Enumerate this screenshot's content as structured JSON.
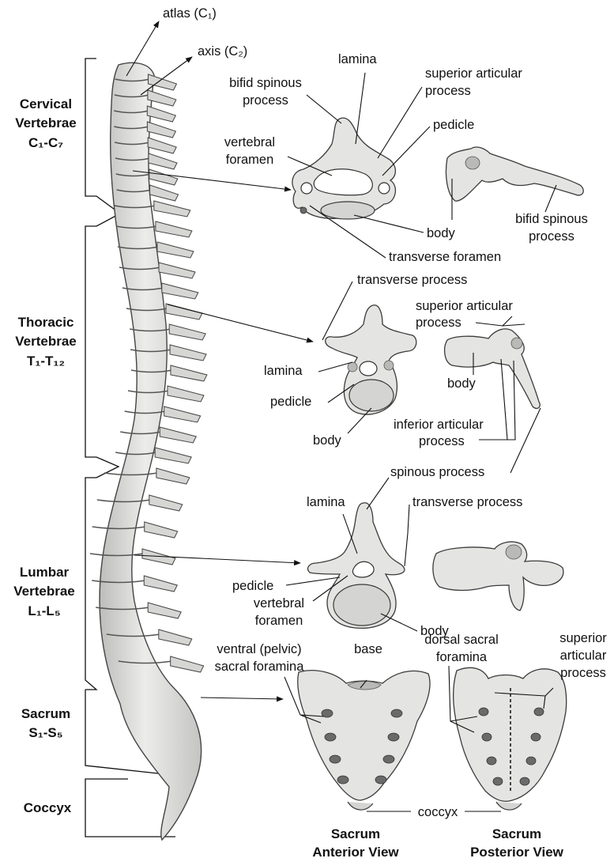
{
  "regions": {
    "cervical": {
      "line1": "Cervical",
      "line2": "Vertebrae",
      "line3": "C₁-C₇"
    },
    "thoracic": {
      "line1": "Thoracic",
      "line2": "Vertebrae",
      "line3": "T₁-T₁₂"
    },
    "lumbar": {
      "line1": "Lumbar",
      "line2": "Vertebrae",
      "line3": "L₁-L₅"
    },
    "sacrum": {
      "line1": "Sacrum",
      "line2": "S₁-S₅"
    },
    "coccyx": {
      "line1": "Coccyx"
    }
  },
  "spine_labels": {
    "atlas": "atlas (C₁)",
    "axis": "axis (C₂)"
  },
  "cervical_detail": {
    "lamina": "lamina",
    "bifid_spinous_1": "bifid spinous",
    "bifid_spinous_2": "process",
    "superior_articular_1": "superior articular",
    "superior_articular_2": "process",
    "pedicle": "pedicle",
    "vertebral_foramen_1": "vertebral",
    "vertebral_foramen_2": "foramen",
    "body": "body",
    "transverse_foramen": "transverse foramen",
    "side_bifid_1": "bifid spinous",
    "side_bifid_2": "process"
  },
  "thoracic_detail": {
    "transverse_process": "transverse process",
    "superior_articular_1": "superior articular",
    "superior_articular_2": "process",
    "lamina": "lamina",
    "pedicle": "pedicle",
    "body": "body",
    "side_body": "body",
    "inferior_articular_1": "inferior articular",
    "inferior_articular_2": "process",
    "spinous_process": "spinous process"
  },
  "lumbar_detail": {
    "lamina": "lamina",
    "transverse_process": "transverse process",
    "pedicle": "pedicle",
    "vertebral_foramen_1": "vertebral",
    "vertebral_foramen_2": "foramen",
    "body": "body"
  },
  "sacrum_detail": {
    "ventral_1": "ventral (pelvic)",
    "ventral_2": "sacral foramina",
    "base": "base",
    "dorsal_1": "dorsal sacral",
    "dorsal_2": "foramina",
    "superior_1": "superior",
    "superior_2": "articular",
    "superior_3": "process",
    "coccyx": "coccyx",
    "anterior_caption_1": "Sacrum",
    "anterior_caption_2": "Anterior View",
    "posterior_caption_1": "Sacrum",
    "posterior_caption_2": "Posterior View"
  }
}
